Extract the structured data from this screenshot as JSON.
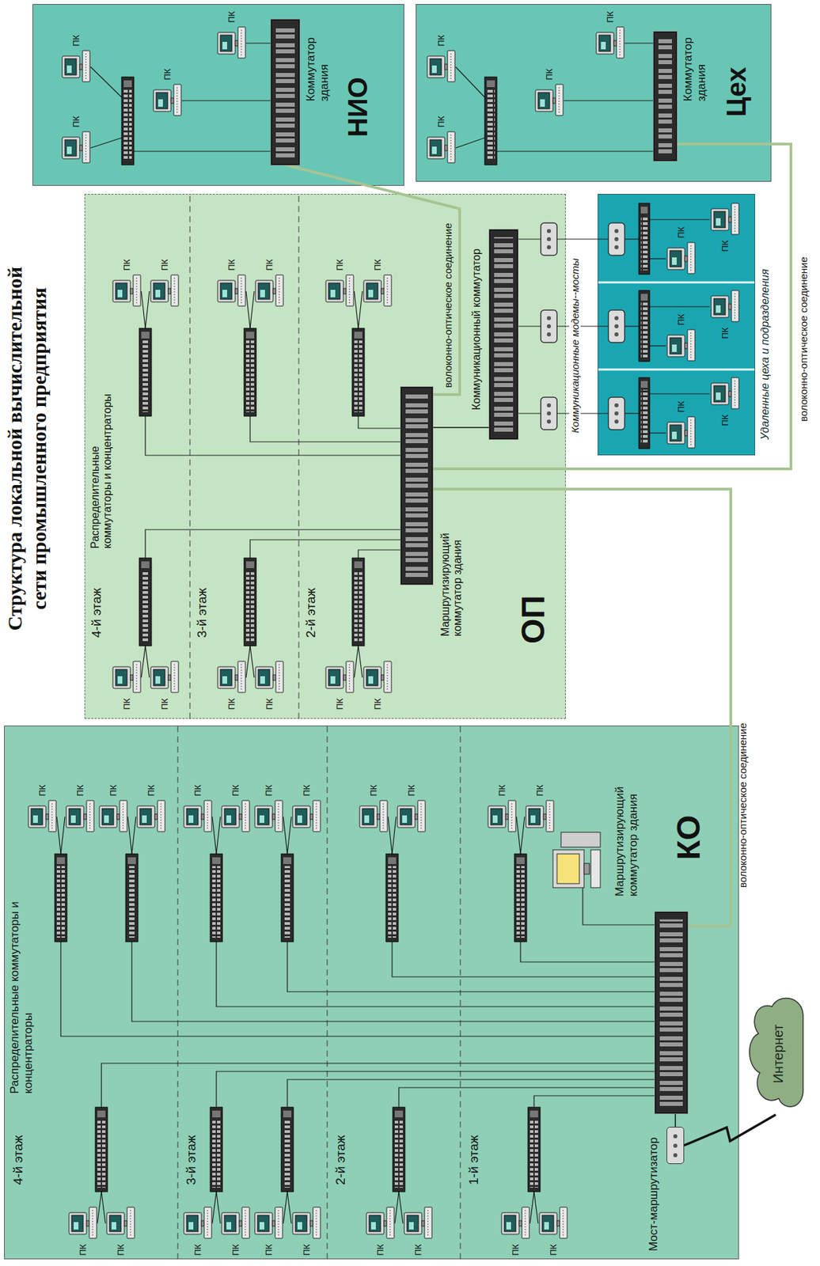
{
  "diagram": {
    "title": "Структура локальной вычислительной сети промышленного предприятия",
    "nodes": [
      {
        "text": [
          "КО"
        ]
      },
      {
        "text": [
          "ОП"
        ]
      },
      {
        "text": [
          "НИО"
        ]
      },
      {
        "text": [
          "Цех"
        ]
      },
      {
        "text": [
          "Удаленные цеха и подразделения"
        ]
      },
      {
        "text": [
          "Маршрутизирующий коммутатор здания"
        ],
        "in": 0
      },
      {
        "text": [
          "Мост-маршрутизатор"
        ],
        "in": 0
      },
      {
        "text": [
          "Интернет"
        ]
      },
      {
        "text": [
          "Маршрутизирующий коммутатор здания"
        ],
        "in": 1
      },
      {
        "text": [
          "Коммуникационный коммутатор"
        ],
        "in": 1
      },
      {
        "text": [
          "Коммутатор здания"
        ],
        "in": 2
      },
      {
        "text": [
          "Коммутатор здания"
        ],
        "in": 3
      },
      {
        "text": [
          "ПК"
        ],
        "in": 0
      },
      {
        "text": [
          "ПК"
        ],
        "in": 0
      },
      {
        "text": [
          "ПК"
        ],
        "in": 0
      },
      {
        "text": [
          "ПК"
        ],
        "in": 0
      },
      {
        "text": [
          "ПК"
        ],
        "in": 0
      },
      {
        "text": [
          "ПК"
        ],
        "in": 0
      },
      {
        "text": [
          "ПК"
        ],
        "in": 0
      },
      {
        "text": [
          "ПК"
        ],
        "in": 0
      },
      {
        "text": [
          "ПК"
        ],
        "in": 0
      },
      {
        "text": [
          "ПК"
        ],
        "in": 0
      },
      {
        "text": [
          "ПК"
        ],
        "in": 0
      },
      {
        "text": [
          "ПК"
        ],
        "in": 0
      },
      {
        "text": [
          "ПК"
        ],
        "in": 0
      },
      {
        "text": [
          "ПК"
        ],
        "in": 0
      },
      {
        "text": [
          "ПК"
        ],
        "in": 0
      },
      {
        "text": [
          "ПК"
        ],
        "in": 0
      },
      {
        "text": [
          "ПК"
        ],
        "in": 0
      },
      {
        "text": [
          "ПК"
        ],
        "in": 0
      },
      {
        "text": [
          "ПК"
        ],
        "in": 0
      },
      {
        "text": [
          "ПК"
        ],
        "in": 0
      },
      {
        "text": [
          "ПК"
        ],
        "in": 0
      },
      {
        "text": [
          "ПК"
        ],
        "in": 0
      },
      {
        "text": [
          "ПК"
        ],
        "in": 1
      },
      {
        "text": [
          "ПК"
        ],
        "in": 1
      },
      {
        "text": [
          "ПК"
        ],
        "in": 1
      },
      {
        "text": [
          "ПК"
        ],
        "in": 1
      },
      {
        "text": [
          "ПК"
        ],
        "in": 1
      },
      {
        "text": [
          "ПК"
        ],
        "in": 1
      },
      {
        "text": [
          "ПК"
        ],
        "in": 1
      },
      {
        "text": [
          "ПК"
        ],
        "in": 1
      },
      {
        "text": [
          "ПК"
        ],
        "in": 1
      },
      {
        "text": [
          "ПК"
        ],
        "in": 1
      },
      {
        "text": [
          "ПК"
        ],
        "in": 1
      },
      {
        "text": [
          "ПК"
        ],
        "in": 1
      },
      {
        "text": [
          "ПК"
        ],
        "in": 2
      },
      {
        "text": [
          "ПК"
        ],
        "in": 2
      },
      {
        "text": [
          "ПК"
        ],
        "in": 2
      },
      {
        "text": [
          "ПК"
        ],
        "in": 2
      },
      {
        "text": [
          "ПК"
        ],
        "in": 3
      },
      {
        "text": [
          "ПК"
        ],
        "in": 3
      },
      {
        "text": [
          "ПК"
        ],
        "in": 3
      },
      {
        "text": [
          "ПК"
        ],
        "in": 3
      },
      {
        "text": [
          "ПК"
        ],
        "in": 4
      },
      {
        "text": [
          "ПК"
        ],
        "in": 4
      },
      {
        "text": [
          "ПК"
        ],
        "in": 4
      },
      {
        "text": [
          "ПК"
        ],
        "in": 4
      },
      {
        "text": [
          "ПК"
        ],
        "in": 4
      },
      {
        "text": [
          "ПК"
        ],
        "in": 4
      }
    ],
    "edges": [
      {
        "from": 5,
        "to": 8,
        "label": "волоконно-оптическое соединение",
        "arrow": "none"
      },
      {
        "from": 10,
        "to": 8,
        "label": "волоконно-оптическое соединение",
        "arrow": "none"
      },
      {
        "from": 11,
        "to": 8,
        "label": "волоконно-оптическое соединение",
        "arrow": "none"
      },
      {
        "from": 8,
        "to": 9,
        "arrow": "none"
      },
      {
        "from": 6,
        "to": 7,
        "arrow": "none"
      },
      {
        "from": 6,
        "to": 5,
        "arrow": "none"
      }
    ],
    "labels": [
      "4-й этаж",
      "3-й этаж",
      "2-й этаж",
      "1-й этаж",
      "Распределительные коммутаторы и концентраторы",
      "4-й этаж",
      "3-й этаж",
      "2-й этаж",
      "Распределительные коммутаторы и концентраторы",
      "Коммуникационные модемы--мосты"
    ]
  }
}
